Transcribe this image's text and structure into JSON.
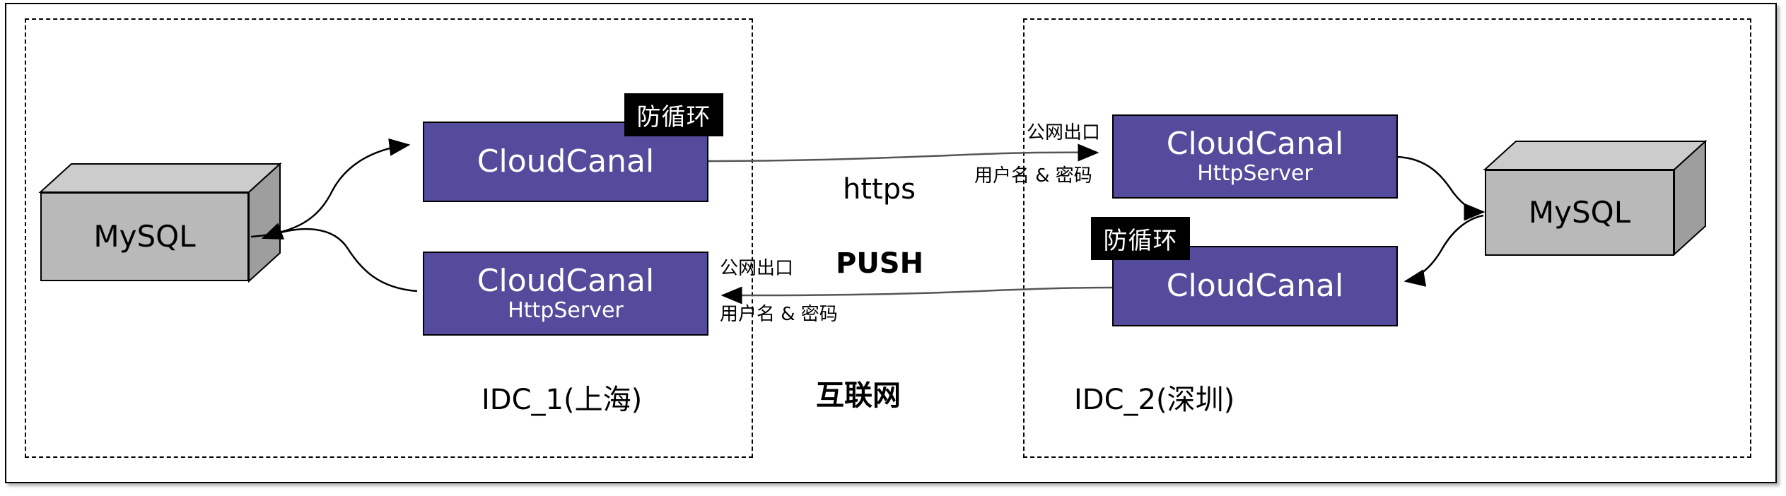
{
  "diagram": {
    "zones": [
      {
        "id": "idc1",
        "label": "IDC_1(上海)"
      },
      {
        "id": "internet",
        "label": "互联网"
      },
      {
        "id": "idc2",
        "label": "IDC_2(深圳)"
      }
    ],
    "databases": [
      {
        "id": "mysql-left",
        "label": "MySQL"
      },
      {
        "id": "mysql-right",
        "label": "MySQL"
      }
    ],
    "nodes": [
      {
        "id": "cc-left-top",
        "title": "CloudCanal",
        "subtitle": ""
      },
      {
        "id": "cc-left-bottom",
        "title": "CloudCanal",
        "subtitle": "HttpServer"
      },
      {
        "id": "cc-right-top",
        "title": "CloudCanal",
        "subtitle": "HttpServer"
      },
      {
        "id": "cc-right-bottom",
        "title": "CloudCanal",
        "subtitle": ""
      }
    ],
    "badges": [
      {
        "id": "badge-left-top",
        "label": "防循环"
      },
      {
        "id": "badge-right-bottom",
        "label": "防循环"
      }
    ],
    "edge_labels": {
      "top_protocol": "https",
      "top_exit": "公网出口",
      "top_credentials": "用户名 & 密码",
      "bottom_protocol": "PUSH",
      "bottom_exit": "公网出口",
      "bottom_credentials": "用户名 & 密码"
    },
    "colors": {
      "node_fill": "#544B9C",
      "db_fill": "#B9B9B9",
      "db_top": "#CCCCCC",
      "db_side": "#9E9E9E",
      "badge_fill": "#000000",
      "stroke": "#000000",
      "text_on_node": "#FFFFFF"
    }
  }
}
